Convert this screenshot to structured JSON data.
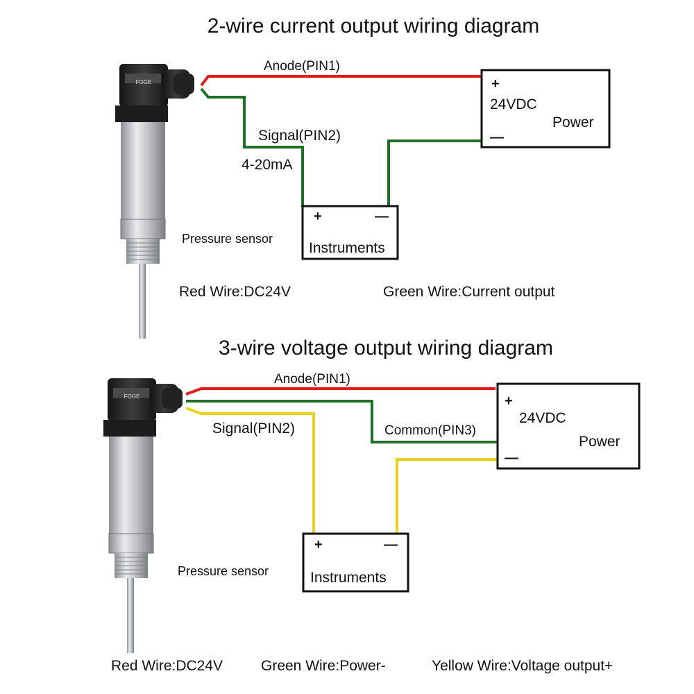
{
  "diagram1": {
    "title": "2-wire current output wiring diagram",
    "anode_label": "Anode(PIN1)",
    "signal_label": "Signal(PIN2)",
    "current_label": "4-20mA",
    "power_plus": "+",
    "power_voltage": "24VDC",
    "power_label": "Power",
    "power_minus": "—",
    "instr_plus": "+",
    "instr_minus": "—",
    "instr_label": "Instruments",
    "sensor_label": "Pressure sensor",
    "caption_red": "Red Wire:DC24V",
    "caption_green": "Green Wire:Current output"
  },
  "diagram2": {
    "title": "3-wire voltage output wiring diagram",
    "anode_label": "Anode(PIN1)",
    "signal_label": "Signal(PIN2)",
    "common_label": "Common(PIN3)",
    "power_plus": "+",
    "power_voltage": "24VDC",
    "power_label": "Power",
    "power_minus": "—",
    "instr_plus": "+",
    "instr_minus": "—",
    "instr_label": "Instruments",
    "sensor_label": "Pressure sensor",
    "caption_red": "Red Wire:DC24V",
    "caption_green": "Green Wire:Power-",
    "caption_yellow": "Yellow Wire:Voltage output+"
  },
  "sensor_brand": "FOGE",
  "colors": {
    "red_wire": "#e31b1b",
    "green_wire": "#1f6e2a",
    "yellow_wire": "#e8d21c",
    "sensor_body": "#b9bcc0",
    "connector": "#2a2a2a"
  }
}
